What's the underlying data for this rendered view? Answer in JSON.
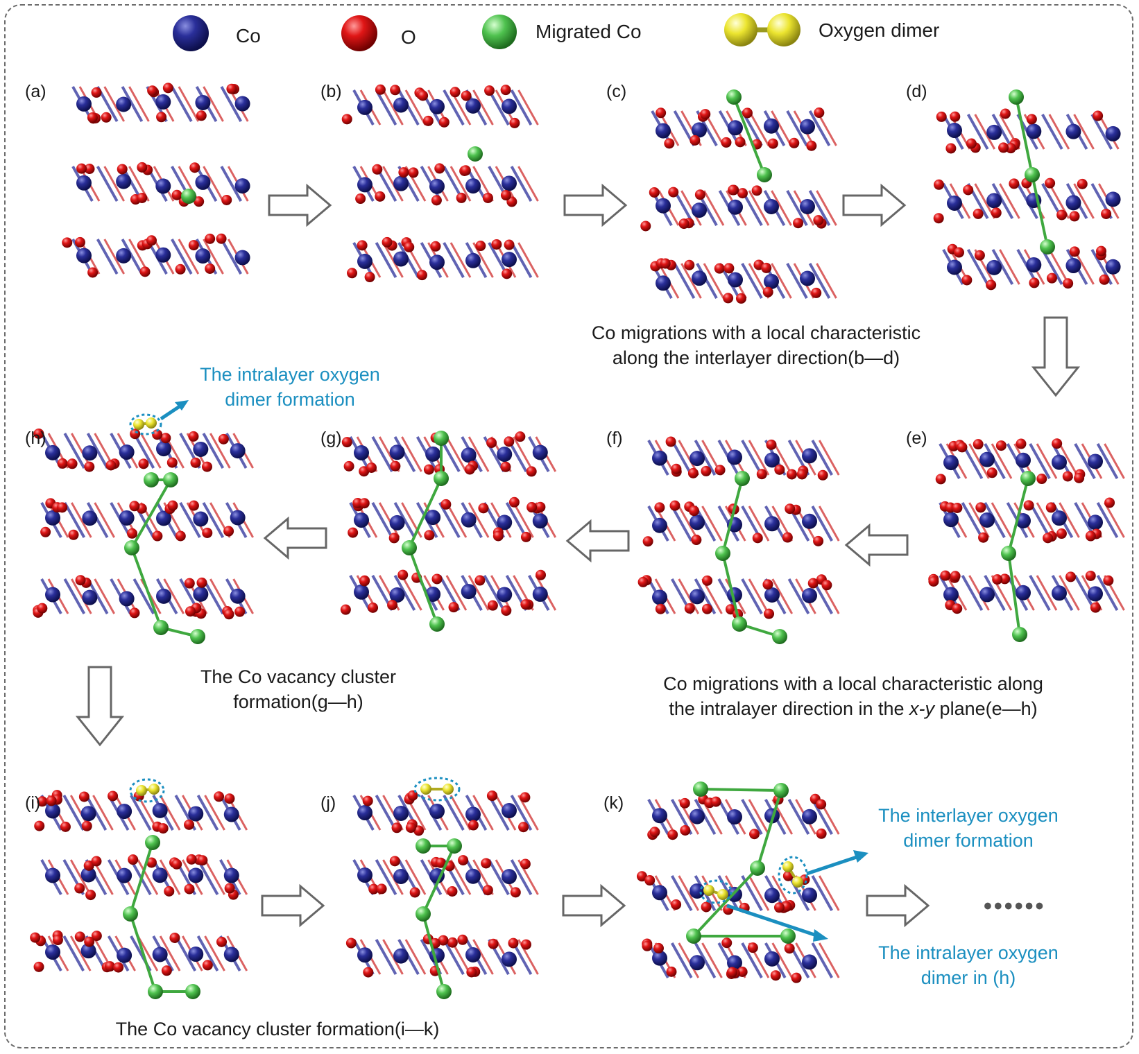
{
  "legend": {
    "co": "Co",
    "o": "O",
    "migrated_co": "Migrated Co",
    "oxygen_dimer": "Oxygen dimer"
  },
  "colors": {
    "co": "#1c1f7a",
    "o": "#d01010",
    "migrated_co": "#4fc24f",
    "oxygen_dimer": "#e6e028",
    "annotation_blue": "#1b8fc0",
    "arrow": "#666666"
  },
  "panels": {
    "a": "(a)",
    "b": "(b)",
    "c": "(c)",
    "d": "(d)",
    "e": "(e)",
    "f": "(f)",
    "g": "(g)",
    "h": "(h)",
    "i": "(i)",
    "j": "(j)",
    "k": "(k)"
  },
  "captions": {
    "bd_line1": "Co migrations with a local characteristic",
    "bd_line2": "along the interlayer direction(b—d)",
    "eh_line1": "Co migrations with a local characteristic along",
    "eh_line2_pre": "the intralayer direction in the ",
    "eh_line2_italic": "x-y",
    "eh_line2_post": " plane(e—h)",
    "gh_line1": "The Co vacancy cluster",
    "gh_line2": "formation(g—h)",
    "ik": "The Co vacancy cluster formation(i—k)"
  },
  "annotations": {
    "intralayer_h_line1": "The intralayer oxygen",
    "intralayer_h_line2": "dimer formation",
    "interlayer_k_line1": "The interlayer oxygen",
    "interlayer_k_line2": "dimer formation",
    "intralayer_in_h_line1": "The intralayer oxygen",
    "intralayer_in_h_line2": "dimer in (h)"
  },
  "continuation": "••••••"
}
